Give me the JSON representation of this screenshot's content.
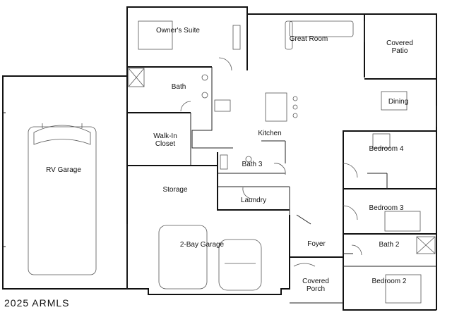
{
  "rooms": {
    "owners_suite": "Owner's Suite",
    "great_room": "Great Room",
    "covered_patio": "Covered Patio",
    "bath": "Bath",
    "dining": "Dining",
    "walk_in_closet": "Walk-In Closet",
    "kitchen": "Kitchen",
    "rv_garage": "RV Garage",
    "bedroom_4": "Bedroom 4",
    "bath_3": "Bath 3",
    "storage": "Storage",
    "laundry": "Laundry",
    "bedroom_3": "Bedroom 3",
    "foyer": "Foyer",
    "two_bay_garage": "2-Bay Garage",
    "bath_2": "Bath 2",
    "covered_porch": "Covered Porch",
    "bedroom_2": "Bedroom 2"
  },
  "copyright": "2025 ARMLS"
}
